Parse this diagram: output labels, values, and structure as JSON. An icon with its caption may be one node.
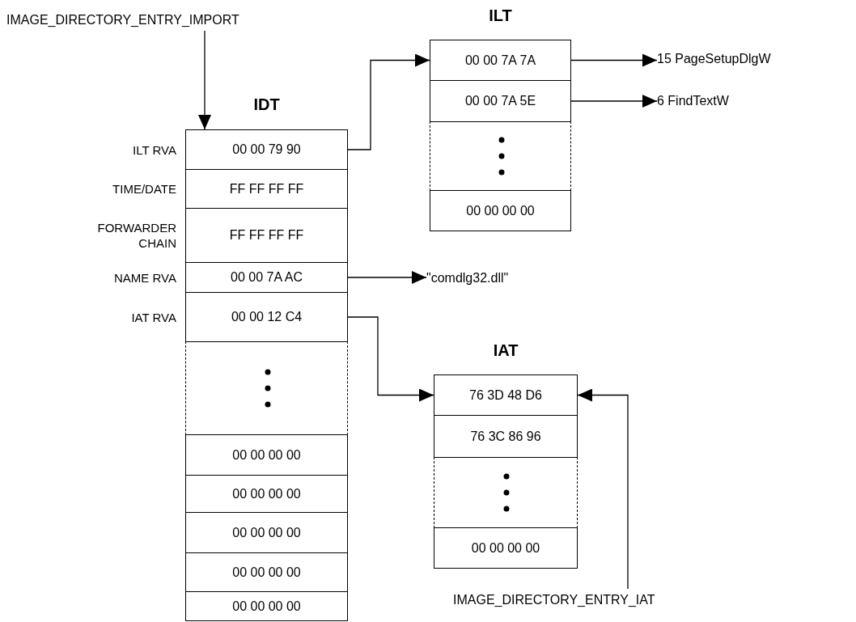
{
  "diagram": {
    "nodes": [
      {
        "text": [
          "IMAGE_DIRECTORY_ENTRY_IMPORT"
        ]
      },
      {
        "text": [
          "IDT"
        ]
      },
      {
        "text": [
          "00 00 79 90"
        ],
        "in": 1,
        "beside": [
          "ILT RVA"
        ]
      },
      {
        "text": [
          "FF FF FF FF"
        ],
        "in": 1,
        "beside": [
          "TIME/DATE"
        ]
      },
      {
        "text": [
          "FF FF FF FF"
        ],
        "in": 1,
        "beside": [
          "FORWARDER CHAIN"
        ]
      },
      {
        "text": [
          "00 00 7A AC"
        ],
        "in": 1,
        "beside": [
          "NAME RVA"
        ]
      },
      {
        "text": [
          "00 00 12 C4"
        ],
        "in": 1,
        "beside": [
          "IAT RVA"
        ]
      },
      {
        "text": [],
        "shape": "box",
        "in": 1
      },
      {
        "text": [
          "00 00 00 00"
        ],
        "in": 1
      },
      {
        "text": [
          "00 00 00 00"
        ],
        "in": 1
      },
      {
        "text": [
          "00 00 00 00"
        ],
        "in": 1
      },
      {
        "text": [
          "00 00 00 00"
        ],
        "in": 1
      },
      {
        "text": [
          "00 00 00 00"
        ],
        "in": 1
      },
      {
        "text": [
          "ILT"
        ]
      },
      {
        "text": [
          "00 00 7A 7A"
        ],
        "in": 13
      },
      {
        "text": [
          "00 00 7A 5E"
        ],
        "in": 13
      },
      {
        "text": [],
        "shape": "box",
        "in": 13
      },
      {
        "text": [
          "00 00 00 00"
        ],
        "in": 13
      },
      {
        "text": [
          "15 PageSetupDlgW"
        ]
      },
      {
        "text": [
          "6 FindTextW"
        ]
      },
      {
        "text": [
          "\"comdlg32.dll\""
        ]
      },
      {
        "text": [
          "IAT"
        ]
      },
      {
        "text": [
          "76 3D 48 D6"
        ],
        "in": 21
      },
      {
        "text": [
          "76 3C 86 96"
        ],
        "in": 21
      },
      {
        "text": [],
        "shape": "box",
        "in": 21
      },
      {
        "text": [
          "00 00 00 00"
        ],
        "in": 21
      },
      {
        "text": [
          "IMAGE_DIRECTORY_ENTRY_IAT"
        ]
      }
    ],
    "edges": [
      {
        "from": 0,
        "to": 2,
        "arrow": "to"
      },
      {
        "from": 2,
        "to": 14,
        "arrow": "to"
      },
      {
        "from": 14,
        "to": 18,
        "arrow": "to"
      },
      {
        "from": 15,
        "to": 19,
        "arrow": "to"
      },
      {
        "from": 5,
        "to": 20,
        "arrow": "to"
      },
      {
        "from": 6,
        "to": 22,
        "arrow": "to"
      },
      {
        "from": 26,
        "to": 22,
        "arrow": "to"
      }
    ]
  }
}
